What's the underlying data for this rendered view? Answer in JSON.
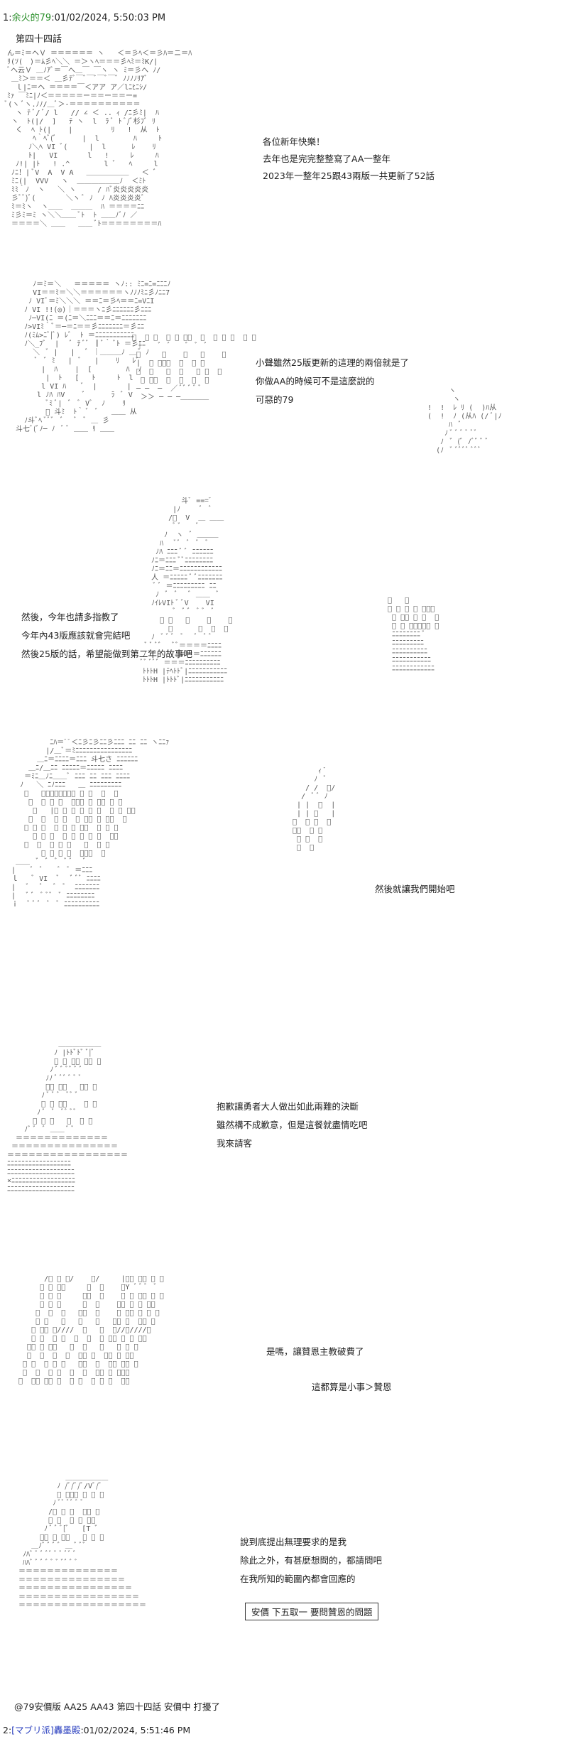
{
  "post": {
    "number": "1:",
    "name": "余火的79",
    "datetime": ":01/02/2024, 5:50:03 PM",
    "chapter_title": "第四十四話"
  },
  "panels": [
    {
      "id": "p1",
      "lines": [
        "各位新年快樂！",
        "去年也是完完整整寫了AA一整年",
        "2023年一整年25跟43兩版一共更新了52話"
      ]
    },
    {
      "id": "p2",
      "lines": [
        "小聲雖然25版更新的這理的兩倍就是了",
        "你做AA的時候可不是這麼說的",
        "可惡的79"
      ]
    },
    {
      "id": "p3",
      "lines": [
        "然後，今年也請多指教了",
        "今年內43版應該就會完結吧",
        "然後25版的話，希望能做到第二年的故事吧"
      ]
    },
    {
      "id": "p4",
      "lines": [
        "然後就讓我們開始吧"
      ]
    },
    {
      "id": "p5",
      "lines": [
        "抱歉讓勇者大人做出如此兩難的決斷",
        "雖然構不成歉意，但是這餐就盡情吃吧",
        "我來請客"
      ]
    },
    {
      "id": "p6",
      "lines": [
        "是嗎，讓贊恩主教破費了",
        "這都算是小事＞贊恩"
      ]
    },
    {
      "id": "p7",
      "lines": [
        "說到底提出無理要求的是我",
        "除此之外，有甚麼想問的，都請問吧",
        "在我所知的範圍內都會回應的"
      ],
      "boxed": "安價 下五取一 要問贊恩的問題"
    }
  ],
  "footer": {
    "line1": "@79安價版 AA25 AA43 第四十四話 安價中 打擾了",
    "line2_prefix": "2:",
    "line2_name": "[マブリ派]轟墨殿",
    "line2_datetime": ":01/02/2024, 5:51:46 PM"
  }
}
